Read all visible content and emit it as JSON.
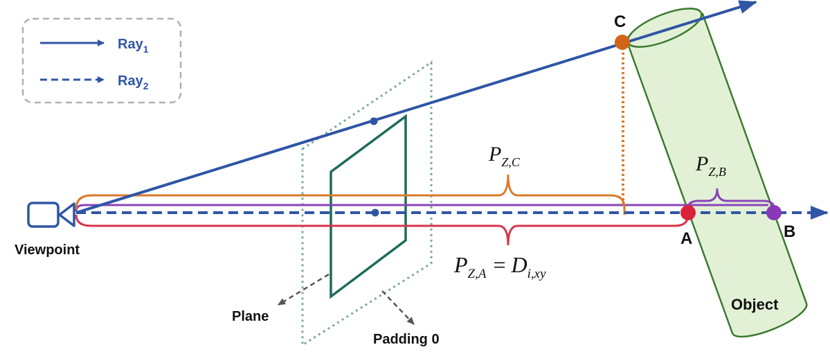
{
  "legend": {
    "ray1_label": "Ray",
    "ray1_sub": "1",
    "ray2_label": "Ray",
    "ray2_sub": "2"
  },
  "labels": {
    "viewpoint": "Viewpoint",
    "plane": "Plane",
    "padding": "Padding 0",
    "object": "Object",
    "point_a": "A",
    "point_b": "B",
    "point_c": "C"
  },
  "formulas": {
    "pzc_main": "P",
    "pzc_sub": "Z,C",
    "pzb_main": "P",
    "pzb_sub": "Z,B",
    "pza_main": "P",
    "pza_sub": "Z,A",
    "pza_eq": "=",
    "pza_rhs_main": "D",
    "pza_rhs_sub": "i,xy"
  },
  "colors": {
    "ray": "#2f55a4",
    "orange": "#d97a2b",
    "purple": "#8a44b8",
    "red": "#d8344a",
    "plane": "#1e6b5c",
    "padding": "#7aa8a0",
    "object_fill": "#e2f1d6",
    "object_stroke": "#3a7a2e",
    "legend_border": "#b0b0b0"
  }
}
